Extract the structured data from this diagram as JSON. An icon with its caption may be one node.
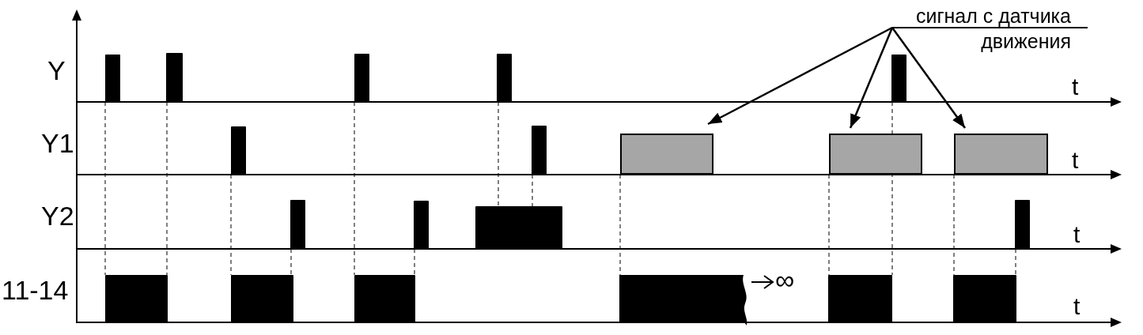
{
  "diagram": {
    "nodes": [
      {
        "text": [
          "сигнал с датчика движения"
        ]
      },
      {
        "text": [],
        "shape": "box"
      },
      {
        "text": [],
        "shape": "box"
      },
      {
        "text": [],
        "shape": "box"
      }
    ],
    "edges": [
      {
        "from": 0,
        "to": 1,
        "arrow": "to"
      },
      {
        "from": 0,
        "to": 2,
        "arrow": "to"
      },
      {
        "from": 0,
        "to": 3,
        "arrow": "to"
      }
    ],
    "labels": [
      "Y",
      "Y1",
      "Y2",
      "11-14",
      "t",
      "t",
      "t",
      "t",
      "∞"
    ]
  }
}
